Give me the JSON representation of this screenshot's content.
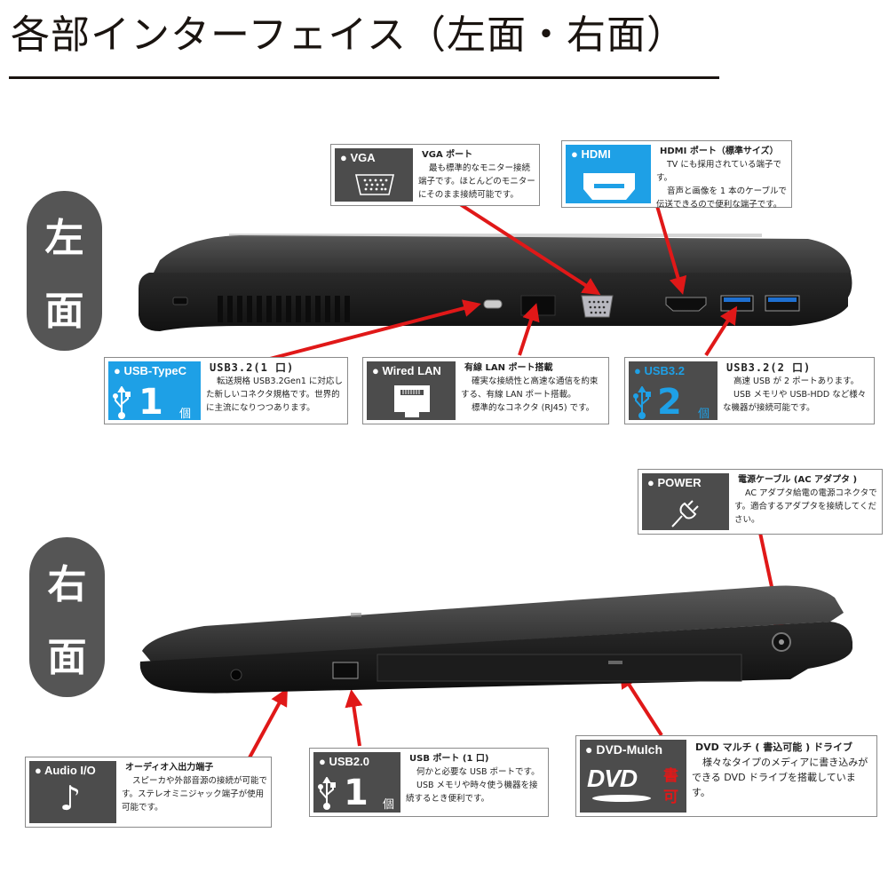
{
  "page": {
    "title": "各部インターフェイス（左面・右面）"
  },
  "left_side": {
    "label_line1": "左",
    "label_line2": "面",
    "callouts": {
      "vga": {
        "badge": "● VGA",
        "heading": "VGA ポート",
        "body": "最も標準的なモニター接続端子です。ほとんどのモニターにそのまま接続可能です。"
      },
      "hdmi": {
        "badge": "● HDMI",
        "heading": "HDMI ポート（標準サイズ）",
        "body1": "TV にも採用されている端子です。",
        "body2": "音声と画像を 1 本のケーブルで伝送できるので便利な端子です。"
      },
      "usb_typec": {
        "badge": "● USB-TypeC",
        "count": "1",
        "count_unit": "個",
        "heading": "USB3.2(1 口)",
        "body": "転送規格 USB3.2Gen1 に対応した新しいコネクタ規格です。世界的に主流になりつつあります。"
      },
      "wired_lan": {
        "badge": "● Wired LAN",
        "heading": "有線 LAN ポート搭載",
        "body1": "確実な接続性と高速な通信を約束する、有線 LAN ポート搭載。",
        "body2": "標準的なコネクタ (RJ45) です。"
      },
      "usb32": {
        "badge": "● USB3.2",
        "count": "2",
        "count_unit": "個",
        "heading": "USB3.2(2 口)",
        "body1": "高速 USB が 2 ポートあります。",
        "body2": "USB メモリや USB-HDD など様々な機器が接続可能です。"
      }
    }
  },
  "right_side": {
    "label_line1": "右",
    "label_line2": "面",
    "callouts": {
      "power": {
        "badge": "● POWER",
        "heading": "電源ケーブル (AC アダプタ )",
        "body": "AC アダプタ給電の電源コネクタです。適合するアダプタを接続してください。"
      },
      "audio": {
        "badge": "● Audio I/O",
        "heading": "オーディオ入出力端子",
        "body": "スピーカや外部音源の接続が可能です。ステレオミニジャック端子が使用可能です。"
      },
      "usb20": {
        "badge": "● USB2.0",
        "count": "1",
        "count_unit": "個",
        "heading": "USB ポート (1 口)",
        "body1": "何かと必要な USB ポートです。",
        "body2": "USB メモリや時々使う機器を接続するとき便利です。"
      },
      "dvd": {
        "badge": "● DVD-Mulch",
        "logo": "DVD",
        "writable_1": "書",
        "writable_2": "可",
        "heading": "DVD マルチ ( 書込可能 ) ドライブ",
        "body": "様々なタイプのメディアに書き込みができる DVD ドライブを搭載しています。"
      }
    }
  },
  "colors": {
    "badge_dark": "#4c4c4c",
    "badge_blue": "#1ea0e6",
    "arrow_red": "#e01818",
    "pill": "#555555"
  }
}
